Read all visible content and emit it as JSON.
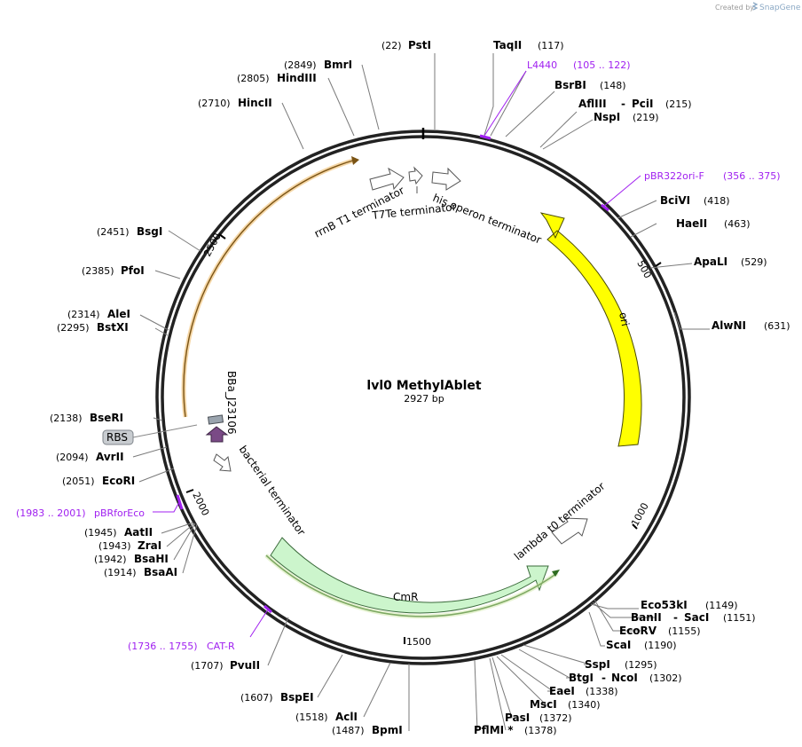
{
  "credit": {
    "created_by": "Created by",
    "brand": "SnapGene"
  },
  "plasmid": {
    "name": "lvl0 MethylAblet",
    "size": "2927 bp",
    "length": 2927
  },
  "ticks": [
    "500",
    "1000",
    "1500",
    "2000",
    "2500"
  ],
  "sites": [
    {
      "pos": "(22)",
      "name": "PstI"
    },
    {
      "pos": "(117)",
      "name": "TaqII"
    },
    {
      "pos": "(148)",
      "name": "BsrBI"
    },
    {
      "pos": "(215)",
      "name": "AflIII",
      "name2": "PciI"
    },
    {
      "pos": "(219)",
      "name": "NspI"
    },
    {
      "pos": "(418)",
      "name": "BciVI"
    },
    {
      "pos": "(463)",
      "name": "HaeII"
    },
    {
      "pos": "(529)",
      "name": "ApaLI"
    },
    {
      "pos": "(631)",
      "name": "AlwNI"
    },
    {
      "pos": "(1149)",
      "name": "Eco53kI"
    },
    {
      "pos": "(1151)",
      "name": "BanII",
      "name2": "SacI"
    },
    {
      "pos": "(1155)",
      "name": "EcoRV"
    },
    {
      "pos": "(1190)",
      "name": "ScaI"
    },
    {
      "pos": "(1295)",
      "name": "SspI"
    },
    {
      "pos": "(1302)",
      "name": "BtgI",
      "name2": "NcoI"
    },
    {
      "pos": "(1338)",
      "name": "EaeI"
    },
    {
      "pos": "(1340)",
      "name": "MscI"
    },
    {
      "pos": "(1372)",
      "name": "PasI"
    },
    {
      "pos": "(1378)",
      "name": "PflMI *"
    },
    {
      "pos": "(1487)",
      "name": "BpmI"
    },
    {
      "pos": "(1518)",
      "name": "AclI"
    },
    {
      "pos": "(1607)",
      "name": "BspEI"
    },
    {
      "pos": "(1707)",
      "name": "PvuII"
    },
    {
      "pos": "(1914)",
      "name": "BsaAI"
    },
    {
      "pos": "(1942)",
      "name": "BsaHI"
    },
    {
      "pos": "(1943)",
      "name": "ZraI"
    },
    {
      "pos": "(1945)",
      "name": "AatII"
    },
    {
      "pos": "(2051)",
      "name": "EcoRI"
    },
    {
      "pos": "(2094)",
      "name": "AvrII"
    },
    {
      "pos": "(2138)",
      "name": "BseRI"
    },
    {
      "pos": "(2295)",
      "name": "BstXI"
    },
    {
      "pos": "(2314)",
      "name": "AleI"
    },
    {
      "pos": "(2385)",
      "name": "PfoI"
    },
    {
      "pos": "(2451)",
      "name": "BsgI"
    },
    {
      "pos": "(2710)",
      "name": "HincII"
    },
    {
      "pos": "(2805)",
      "name": "HindIII"
    },
    {
      "pos": "(2849)",
      "name": "BmrI"
    }
  ],
  "primers": [
    {
      "name": "L4440",
      "range": "(105 .. 122)"
    },
    {
      "name": "pBR322ori-F",
      "range": "(356 .. 375)"
    },
    {
      "name": "CAT-R",
      "range": "(1736 .. 1755)"
    },
    {
      "name": "pBRforEco",
      "range": "(1983 .. 2001)"
    }
  ],
  "features": {
    "ori": "ori",
    "cmr": "CmR",
    "rbs": "RBS",
    "promoter": "BBa_J23106",
    "rrnb": "rrnB T1 terminator",
    "t7te": "T7Te terminator",
    "his": "his operon terminator",
    "bacterial": "bacterial terminator",
    "lambda": "lambda t0 terminator"
  },
  "colors": {
    "ori": "#ffff00",
    "cmr": "#ccf5cc",
    "primer": "#a020f0",
    "promoter": "#7a4a86",
    "rbs": "#9aa4ae"
  }
}
